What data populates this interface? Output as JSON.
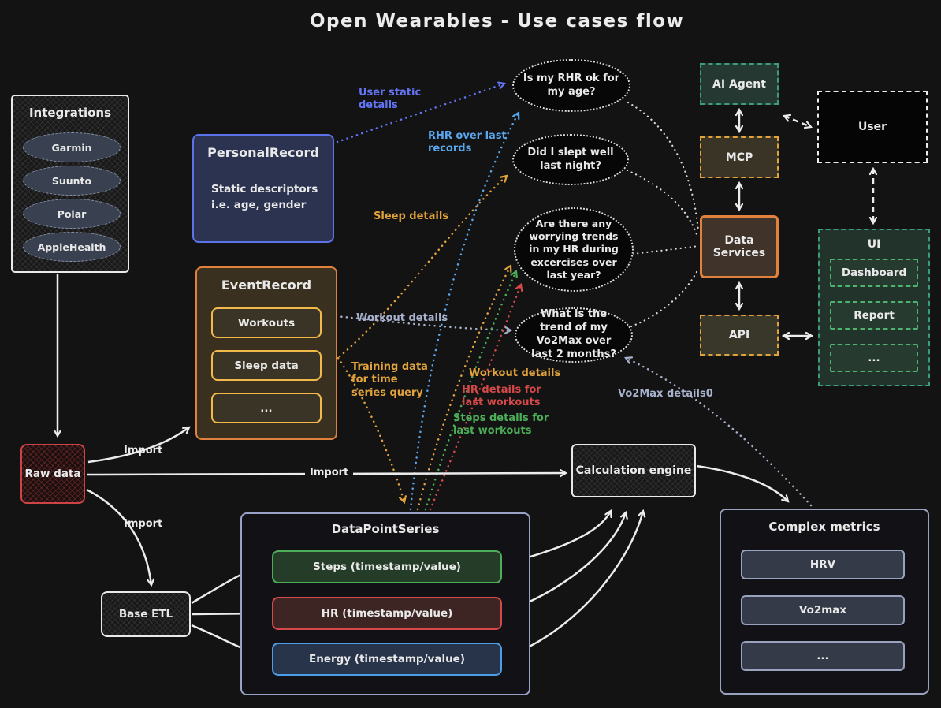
{
  "title": "Open Wearables - Use cases flow",
  "colors": {
    "background": "#131313",
    "white": "#ececec",
    "indigo": "#6273f4",
    "light_blue": "#59a7ef",
    "orange": "#e0813d",
    "yellow": "#e2a33c",
    "green": "#4cae58",
    "red": "#d64949",
    "gray_lavender": "#a9b2cd",
    "teal_green": "#3a9e78",
    "blue_border": "#5b72e8"
  },
  "integrations": {
    "title": "Integrations",
    "items": [
      "Garmin",
      "Suunto",
      "Polar",
      "AppleHealth"
    ]
  },
  "personal_record": {
    "title": "PersonalRecord",
    "body": "Static descriptors i.e. age, gender"
  },
  "event_record": {
    "title": "EventRecord",
    "items": [
      "Workouts",
      "Sleep data",
      "..."
    ]
  },
  "questions": [
    {
      "text": "Is my RHR ok for my age?"
    },
    {
      "text": "Did I slept well last night?"
    },
    {
      "text": "Are there any worrying trends in my HR during excercises over last year?"
    },
    {
      "text": "What is the trend of my Vo2Max over last 2 months?"
    }
  ],
  "agent_stack": {
    "ai_agent": "AI Agent",
    "mcp": "MCP",
    "data_services": "Data Services",
    "api": "API"
  },
  "user_box": {
    "label": "User"
  },
  "ui_box": {
    "title": "UI",
    "items": [
      "Dashboard",
      "Report",
      "..."
    ]
  },
  "raw_data": {
    "label": "Raw data"
  },
  "base_etl": {
    "label": "Base ETL"
  },
  "datapoint_series": {
    "title": "DataPointSeries",
    "items": [
      "Steps (timestamp/value)",
      "HR (timestamp/value)",
      "Energy (timestamp/value)"
    ]
  },
  "calculation_engine": {
    "label": "Calculation engine"
  },
  "complex_metrics": {
    "title": "Complex metrics",
    "items": [
      "HRV",
      "Vo2max",
      "..."
    ]
  },
  "edge_labels": {
    "user_static": "User static details",
    "rhr_over": "RHR over last records",
    "sleep_details": "Sleep details",
    "workout_details_gray": "Workout details",
    "training_data": "Training data for time series query",
    "workout_details_yellow": "Workout details",
    "hr_details": "HR details for last workouts",
    "steps_details": "Steps details for last workouts",
    "vo2max_details": "Vo2Max details0",
    "import_to_event": "Import",
    "import_to_engine": "Import",
    "import_to_etl": "Import"
  }
}
